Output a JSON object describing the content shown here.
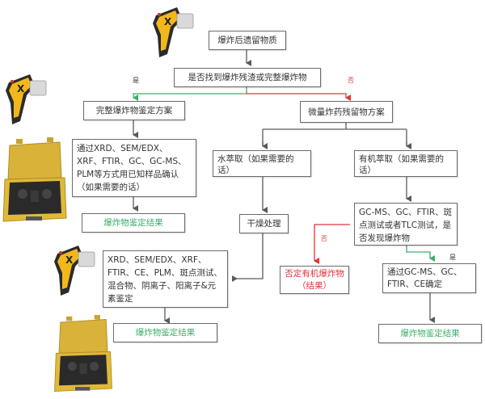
{
  "nodes": {
    "residue": "爆炸后遗留物质",
    "question": "是否找到爆炸残渣或完整爆炸物",
    "intact_plan": "完整爆炸物鉴定方案",
    "intact_methods": "通过XRD、SEM/EDX、XRF、FTIR、GC、GC-MS、PLM等方式用已知样品确认（如果需要的话）",
    "intact_result": "爆炸物鉴定结果",
    "trace_plan": "微量炸药残留物方案",
    "water_extract": "水萃取（如果需要的话）",
    "dry": "干燥处理",
    "organic_extract": "有机萃取（如果需要的话）",
    "organic_test": "GC-MS、GC、FTIR、斑点测试或者TLC测试，是否发现爆炸物",
    "negative_result": "否定有机爆炸物（结果）",
    "confirm": "通过GC-MS、GC、FTIR、CE确定",
    "organic_result": "爆炸物鉴定结果",
    "inorganic_methods": "XRD、SEM/EDX、XRF、FTIR、CE、PLM、斑点测试、混合物、阴离子、阳离子&元素鉴定",
    "inorganic_result": "爆炸物鉴定结果"
  },
  "labels": {
    "yes_top": "是",
    "no_top": "否",
    "no_mid": "否",
    "yes_mid": "是"
  },
  "colors": {
    "yes_line": "#3cae6a",
    "no_line": "#e0353a",
    "line": "#5a5a5a"
  },
  "images": {
    "analyzer": "handheld-xrf-analyzer",
    "case": "yellow-equipment-case"
  }
}
